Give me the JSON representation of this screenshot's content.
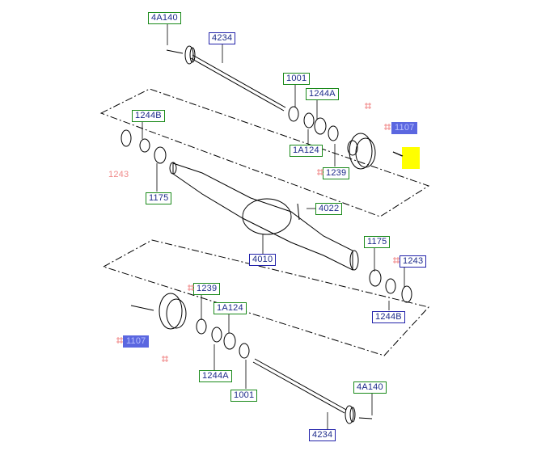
{
  "callouts": {
    "c_4a140_top": "4A140",
    "c_4234_top": "4234",
    "c_1001_top": "1001",
    "c_1244a_top": "1244A",
    "c_1244b_top": "1244B",
    "c_1107_top": "1107",
    "c_1a124_top": "1A124",
    "c_1239_top": "1239",
    "c_1243_top": "1243",
    "c_1175_top": "1175",
    "c_4022": "4022",
    "c_4010": "4010",
    "c_1175_bot": "1175",
    "c_1243_bot": "1243",
    "c_1239_bot": "1239",
    "c_1a124_bot": "1A124",
    "c_1244b_bot": "1244B",
    "c_1107_bot": "1107",
    "c_1244a_bot": "1244A",
    "c_1001_bot": "1001",
    "c_4a140_bot": "4A140",
    "c_4234_bot": "4234"
  },
  "colors": {
    "callout_border_green": "#1a8a1a",
    "callout_border_blue": "#2222aa",
    "callout_text": "#1c2a8a",
    "highlight_fill": "#5b67e0",
    "highlight_marker": "#ffff00",
    "faint_red": "#f08a8a"
  }
}
